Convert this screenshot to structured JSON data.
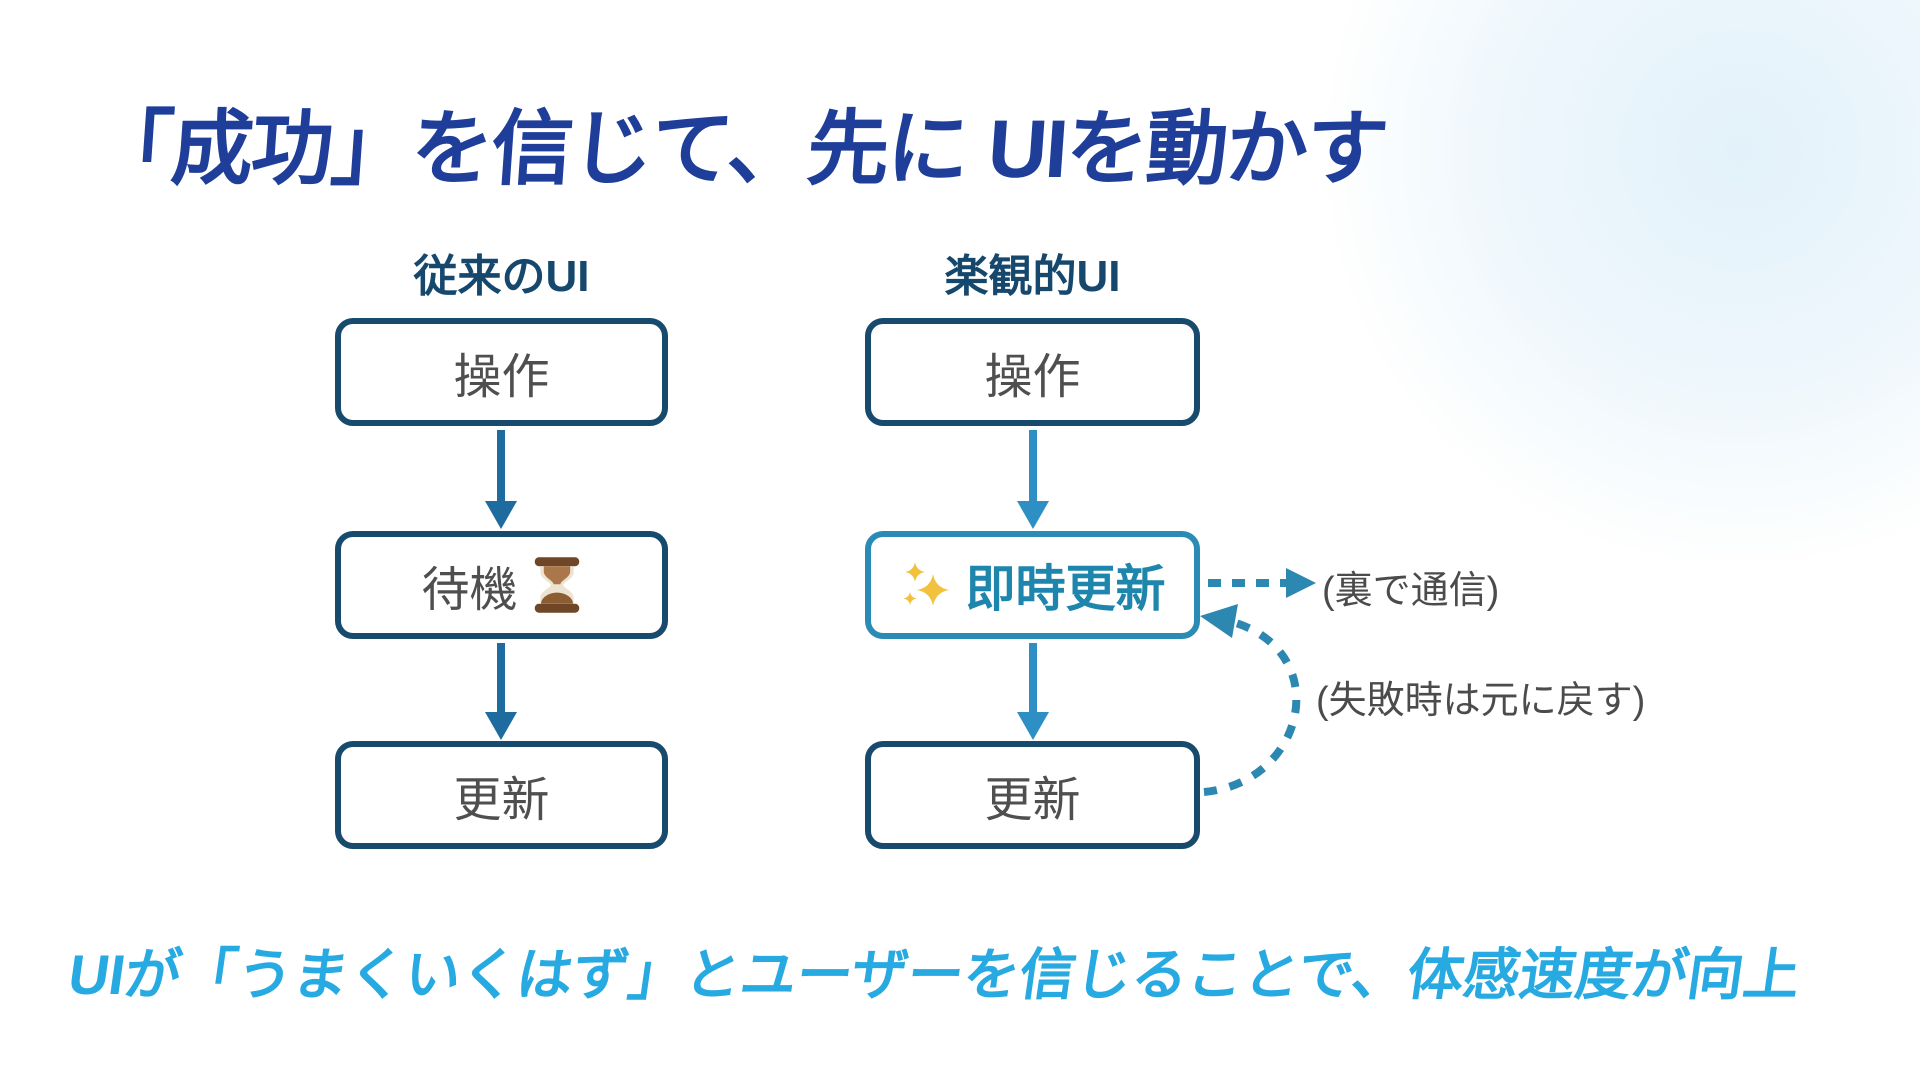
{
  "slide": {
    "title": "「成功」を信じて、先に UIを動かす",
    "footer": "UIが「うまくいくはず」とユーザーを信じることで、体感速度が向上"
  },
  "diagram": {
    "traditional": {
      "heading": "従来のUI",
      "steps": [
        "操作",
        "待機",
        "更新"
      ]
    },
    "optimistic": {
      "heading": "楽観的UI",
      "steps": [
        "操作",
        "即時更新",
        "更新"
      ]
    },
    "annotations": {
      "background_comm": "(裏で通信)",
      "revert_on_fail": "(失敗時は元に戻す)"
    },
    "icons": {
      "hourglass": "hourglass-icon ⏳",
      "sparkles": "sparkles-icon ✨"
    }
  },
  "colors": {
    "title": "#1f3e99",
    "heading": "#16486d",
    "box_border": "#174a6d",
    "box_text": "#4f4f4f",
    "arrow_traditional": "#1d6b9f",
    "arrow_optimistic": "#2e8fc4",
    "optimistic_box_border": "#2a8cb5",
    "optimistic_box_text": "#1e86ac",
    "dashed_arrow": "#2c88b0",
    "note_text": "#4b4b4b",
    "footer": "#27a9e1"
  }
}
